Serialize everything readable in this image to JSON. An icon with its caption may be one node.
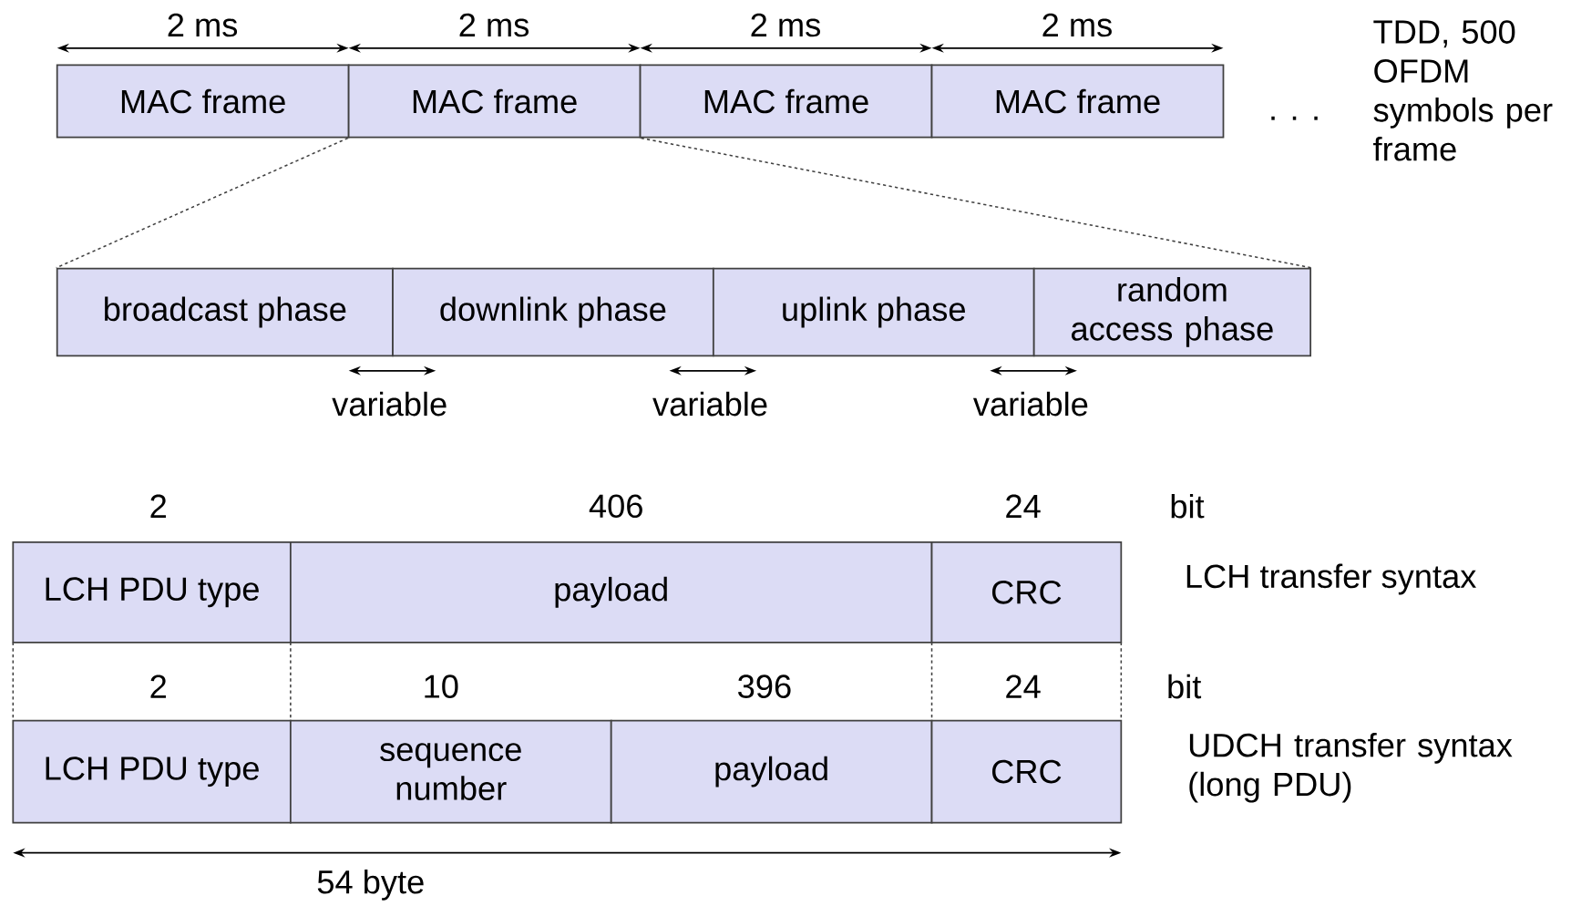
{
  "diagram": {
    "nodes": [
      {
        "text": [
          "MAC frame"
        ]
      },
      {
        "text": [
          "MAC frame"
        ]
      },
      {
        "text": [
          "MAC frame"
        ]
      },
      {
        "text": [
          "MAC frame"
        ]
      },
      {
        "text": [
          "broadcast phase"
        ]
      },
      {
        "text": [
          "downlink phase"
        ]
      },
      {
        "text": [
          "uplink phase"
        ]
      },
      {
        "text": [
          "random access phase"
        ]
      },
      {
        "text": [
          "LCH PDU type"
        ]
      },
      {
        "text": [
          "payload"
        ]
      },
      {
        "text": [
          "CRC"
        ]
      },
      {
        "text": [
          "LCH PDU type"
        ]
      },
      {
        "text": [
          "sequence number"
        ]
      },
      {
        "text": [
          "payload"
        ]
      },
      {
        "text": [
          "CRC"
        ]
      }
    ],
    "edges": [
      {
        "from": 1,
        "to": 4,
        "arrow": "none",
        "style": "dashed"
      },
      {
        "from": 1,
        "to": 7,
        "arrow": "none",
        "style": "dashed"
      }
    ],
    "labels": [
      "2 ms",
      "2 ms",
      "2 ms",
      "2 ms",
      "TDD, 500 OFDM symbols per frame",
      ". . .",
      "variable",
      "variable",
      "variable",
      "2",
      "406",
      "24",
      "bit",
      "LCH transfer syntax",
      "2",
      "10",
      "396",
      "24",
      "bit",
      "UDCH transfer syntax (long PDU)",
      "54 byte"
    ]
  }
}
